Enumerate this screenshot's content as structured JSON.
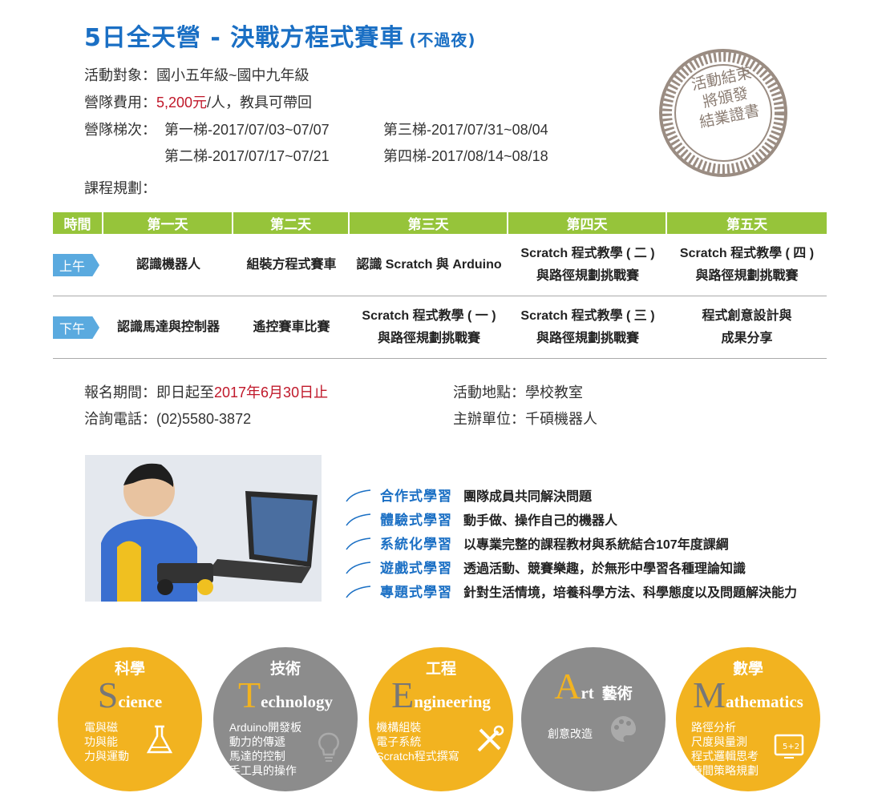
{
  "title": {
    "main": "5日全天營 - 決戰方程式賽車",
    "sub": "(不過夜)"
  },
  "info": {
    "target_label": "活動對象：",
    "target_value": "國小五年級~國中九年級",
    "fee_label": "營隊費用：",
    "fee_price": "5,200元",
    "fee_rest": "/人，教具可帶回",
    "sessions_label": "營隊梯次：",
    "session1": "第一梯-2017/07/03~07/07",
    "session2": "第二梯-2017/07/17~07/21",
    "session3": "第三梯-2017/07/31~08/04",
    "session4": "第四梯-2017/08/14~08/18",
    "course_label": "課程規劃："
  },
  "stamp": {
    "line1": "活動結束",
    "line2": "將頒發",
    "line3": "結業證書"
  },
  "schedule": {
    "headers": [
      "時間",
      "第一天",
      "第二天",
      "第三天",
      "第四天",
      "第五天"
    ],
    "am_label": "上午",
    "pm_label": "下午",
    "am": [
      [
        "認識機器人"
      ],
      [
        "組裝方程式賽車"
      ],
      [
        "認識 Scratch 與 Arduino"
      ],
      [
        "Scratch 程式教學 ( 二 )",
        "與路徑規劃挑戰賽"
      ],
      [
        "Scratch 程式教學 ( 四 )",
        "與路徑規劃挑戰賽"
      ]
    ],
    "pm": [
      [
        "認識馬達與控制器"
      ],
      [
        "遙控賽車比賽"
      ],
      [
        "Scratch 程式教學 ( 一 )",
        "與路徑規劃挑戰賽"
      ],
      [
        "Scratch 程式教學 ( 三 )",
        "與路徑規劃挑戰賽"
      ],
      [
        "程式創意設計與",
        "成果分享"
      ]
    ]
  },
  "details": {
    "reg_label": "報名期間：即日起至",
    "reg_date": "2017年6月30日止",
    "phone": "洽詢電話：(02)5580-3872",
    "place": "活動地點：學校教室",
    "org": "主辦單位：千碩機器人"
  },
  "modes": [
    {
      "name": "合作式學習",
      "desc": "團隊成員共同解決問題"
    },
    {
      "name": "體驗式學習",
      "desc": "動手做、操作自己的機器人"
    },
    {
      "name": "系統化學習",
      "desc": "以專業完整的課程教材與系統結合107年度課綱"
    },
    {
      "name": "遊戲式學習",
      "desc": "透過活動、競賽樂趣，於無形中學習各種理論知識"
    },
    {
      "name": "專題式學習",
      "desc": "針對生活情境，培養科學方法、科學態度以及問題解決能力"
    }
  ],
  "stem": [
    {
      "zh": "科學",
      "letter": "S",
      "rest": "cience",
      "items": [
        "電與磁",
        "功與能",
        "力與運動"
      ],
      "color": "#f2b320",
      "icon": "flask-icon"
    },
    {
      "zh": "技術",
      "letter": "T",
      "rest": "echnology",
      "items": [
        "Arduino開發板",
        "動力的傳遞",
        "馬達的控制",
        "手工具的操作"
      ],
      "color": "#8c8c8c",
      "icon": "lightbulb-icon"
    },
    {
      "zh": "工程",
      "letter": "E",
      "rest": "ngineering",
      "items": [
        "機構組裝",
        "電子系統",
        "Scratch程式撰寫"
      ],
      "color": "#f2b320",
      "icon": "tools-icon"
    },
    {
      "zh": "藝術",
      "letter": "A",
      "rest": "rt",
      "items": [
        "創意改造"
      ],
      "color": "#8c8c8c",
      "icon": "palette-icon"
    },
    {
      "zh": "數學",
      "letter": "M",
      "rest": "athematics",
      "items": [
        "路徑分析",
        "尺度與量測",
        "程式邏輯思考",
        "時間策略規劃"
      ],
      "color": "#f2b320",
      "icon": "chalkboard-icon"
    }
  ]
}
